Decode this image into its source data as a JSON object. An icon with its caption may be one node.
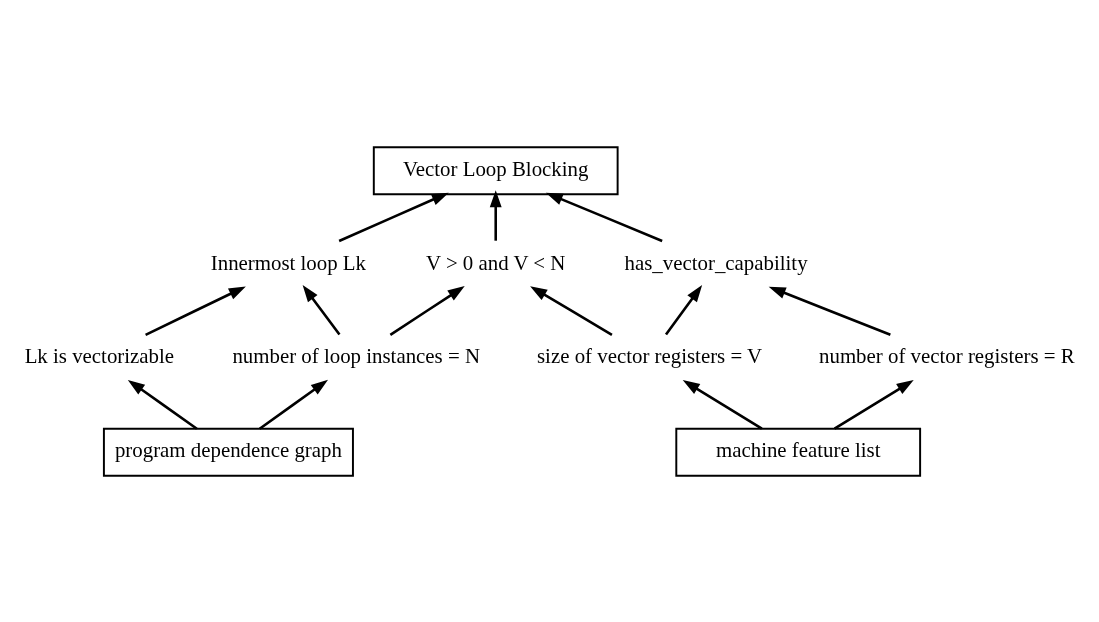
{
  "diagram": {
    "nodes": [
      {
        "text": [
          "Vector Loop Blocking"
        ]
      },
      {
        "text": [
          "has_vector_capability"
        ]
      },
      {
        "text": [
          "V > 0 and V < N"
        ]
      },
      {
        "text": [
          "Innermost loop Lk"
        ]
      },
      {
        "text": [
          "size of vector registers = V"
        ]
      },
      {
        "text": [
          "number of loop instances = N"
        ]
      },
      {
        "text": [
          "number of vector registers = R"
        ]
      },
      {
        "text": [
          "Lk is vectorizable"
        ]
      },
      {
        "text": [
          "machine feature list"
        ]
      },
      {
        "text": [
          "program dependence graph"
        ]
      }
    ],
    "edges": [
      {
        "from": 1,
        "to": 0,
        "arrow": "to"
      },
      {
        "from": 2,
        "to": 0,
        "arrow": "to"
      },
      {
        "from": 3,
        "to": 0,
        "arrow": "to"
      },
      {
        "from": 6,
        "to": 1,
        "arrow": "to"
      },
      {
        "from": 4,
        "to": 1,
        "arrow": "to"
      },
      {
        "from": 4,
        "to": 2,
        "arrow": "to"
      },
      {
        "from": 5,
        "to": 2,
        "arrow": "to"
      },
      {
        "from": 5,
        "to": 3,
        "arrow": "to"
      },
      {
        "from": 7,
        "to": 3,
        "arrow": "to"
      },
      {
        "from": 8,
        "to": 6,
        "arrow": "to"
      },
      {
        "from": 8,
        "to": 4,
        "arrow": "to"
      },
      {
        "from": 9,
        "to": 5,
        "arrow": "to"
      },
      {
        "from": 9,
        "to": 7,
        "arrow": "to"
      }
    ]
  }
}
